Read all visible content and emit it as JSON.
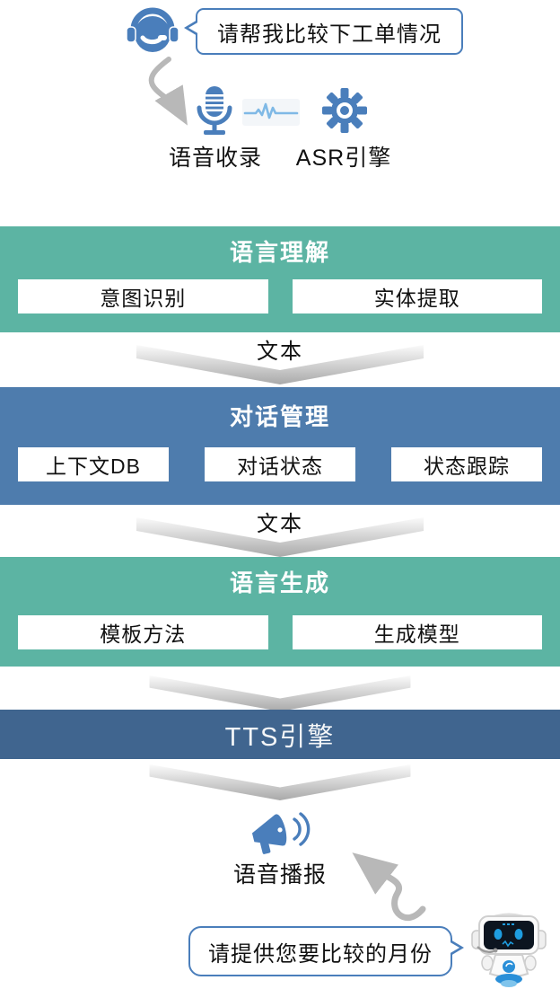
{
  "palette": {
    "teal_block": "#5CB4A3",
    "blue_block": "#4E7CAD",
    "tts_bar": "#40658F",
    "icon_blue": "#4A7EBB",
    "bubble_border": "#4A7EBB",
    "arrow_gray": "#B8B8B8",
    "waveform_blue": "#7FB9E6"
  },
  "user_query": {
    "bubble_text": "请帮我比较下工单情况"
  },
  "input_stage": {
    "recording_label": "语音收录",
    "asr_label": "ASR引擎"
  },
  "pipeline": {
    "nlu": {
      "title": "语言理解",
      "items": [
        "意图识别",
        "实体提取"
      ]
    },
    "dm": {
      "title": "对话管理",
      "items": [
        "上下文DB",
        "对话状态",
        "状态跟踪"
      ]
    },
    "nlg": {
      "title": "语言生成",
      "items": [
        "模板方法",
        "生成模型"
      ]
    },
    "tts": {
      "title": "TTS引擎"
    }
  },
  "connectors": {
    "nlu_to_dm": "文本",
    "dm_to_nlg": "文本"
  },
  "output_stage": {
    "broadcast_label": "语音播报"
  },
  "bot_reply": {
    "bubble_text": "请提供您要比较的月份"
  }
}
